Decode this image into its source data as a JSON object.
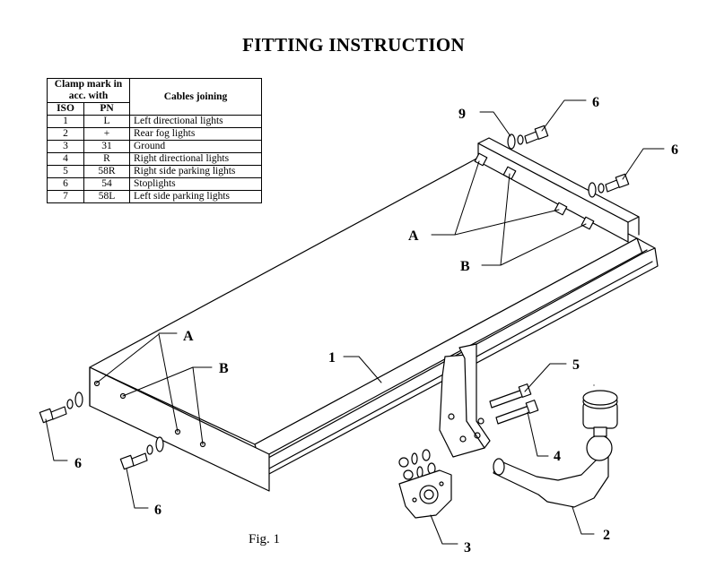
{
  "title": "FITTING INSTRUCTION",
  "table": {
    "header_clamp": "Clamp mark in acc. with",
    "header_cables": "Cables joining",
    "col_iso": "ISO",
    "col_pn": "PN",
    "rows": [
      {
        "iso": "1",
        "pn": "L",
        "cable": "Left directional lights"
      },
      {
        "iso": "2",
        "pn": "+",
        "cable": "Rear fog lights"
      },
      {
        "iso": "3",
        "pn": "31",
        "cable": "Ground"
      },
      {
        "iso": "4",
        "pn": "R",
        "cable": "Right directional lights"
      },
      {
        "iso": "5",
        "pn": "58R",
        "cable": "Right side parking lights"
      },
      {
        "iso": "6",
        "pn": "54",
        "cable": "Stoplights"
      },
      {
        "iso": "7",
        "pn": "58L",
        "cable": "Left side parking lights"
      }
    ]
  },
  "labels": {
    "part1": "1",
    "part2": "2",
    "part3": "3",
    "part4": "4",
    "part5": "5",
    "part6": "6",
    "part9": "9",
    "A": "A",
    "B": "B"
  },
  "figure_caption": "Fig. 1"
}
